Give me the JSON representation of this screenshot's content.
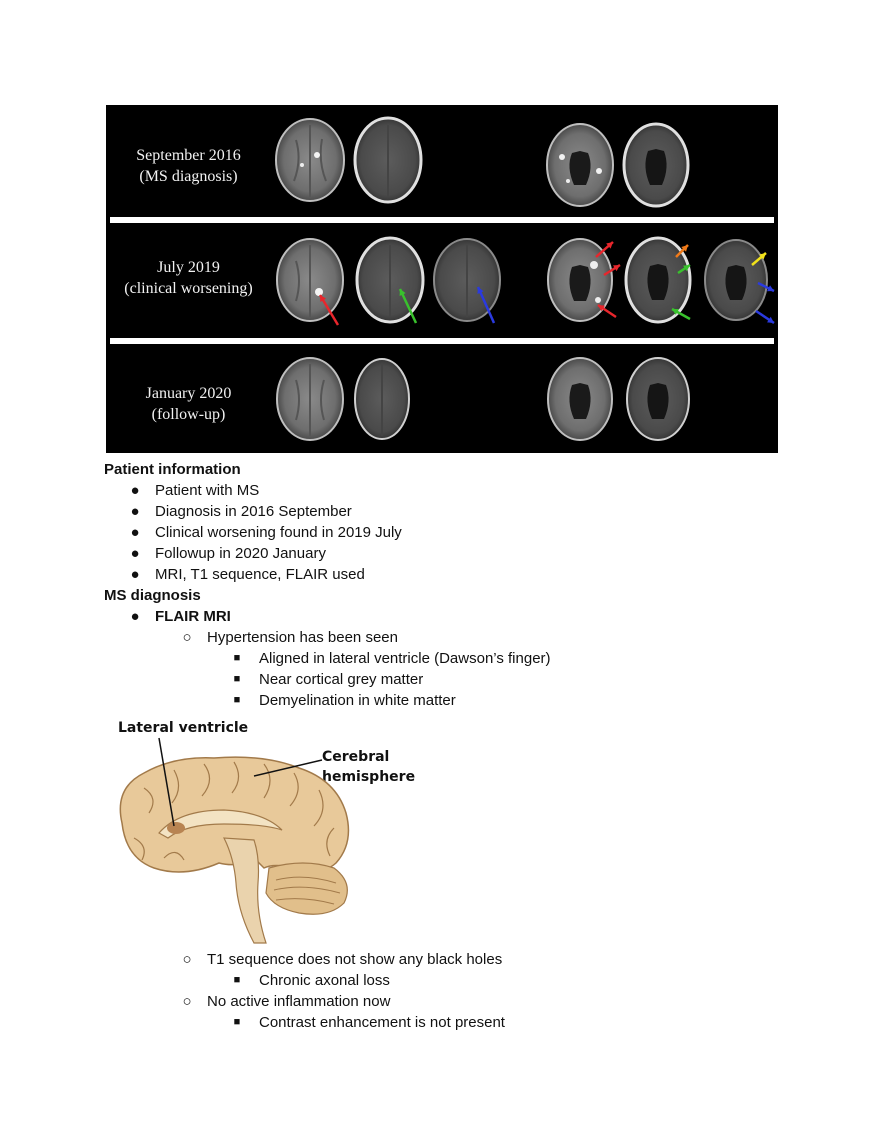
{
  "figure": {
    "rows": [
      {
        "line1": "September 2016",
        "line2": "(MS diagnosis)"
      },
      {
        "line1": "July 2019",
        "line2": "(clinical worsening)"
      },
      {
        "line1": "January 2020",
        "line2": "(follow-up)"
      }
    ],
    "arrow_colors": [
      "#e8262c",
      "#39c12d",
      "#2a3ae0",
      "#f07a19",
      "#f2e21a"
    ]
  },
  "patient_info": {
    "heading": "Patient information",
    "items": [
      "Patient with MS",
      "Diagnosis in 2016 September",
      "Clinical worsening found in 2019 July",
      "Followup in 2020 January",
      "MRI, T1 sequence, FLAIR used"
    ]
  },
  "ms_diagnosis": {
    "heading": "MS diagnosis",
    "flair_label": "FLAIR MRI",
    "hypertension": "Hypertension has been seen",
    "hyper_items": [
      "Aligned in lateral ventricle (Dawson’s finger)",
      "Near cortical grey matter",
      "Demyelination in white matter"
    ],
    "t1": "T1 sequence does not show any black holes",
    "t1_item": "Chronic axonal loss",
    "inflammation": "No active inflammation now",
    "inflammation_item": "Contrast enhancement is not present"
  },
  "anatomy": {
    "label_ventricle": "Lateral ventricle",
    "label_cerebral_line1": "Cerebral",
    "label_cerebral_line2": "hemisphere"
  },
  "bullets": {
    "l1": "●",
    "l2": "○",
    "l3": "■"
  }
}
